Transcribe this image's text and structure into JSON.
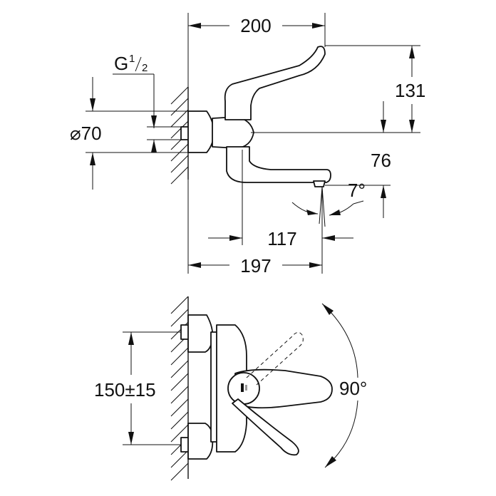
{
  "side_view": {
    "dim_width_top": "200",
    "dim_height_lever": "131",
    "thread_prefix": "G",
    "thread_numerator": "1",
    "thread_denominator": "2",
    "dim_diameter": "⌀70",
    "dim_spout_height": "76",
    "dim_angle": "7°",
    "dim_spout_reach": "117",
    "dim_width_bottom": "197"
  },
  "front_view": {
    "dim_centers": "150±15",
    "dim_rotation": "90°"
  }
}
